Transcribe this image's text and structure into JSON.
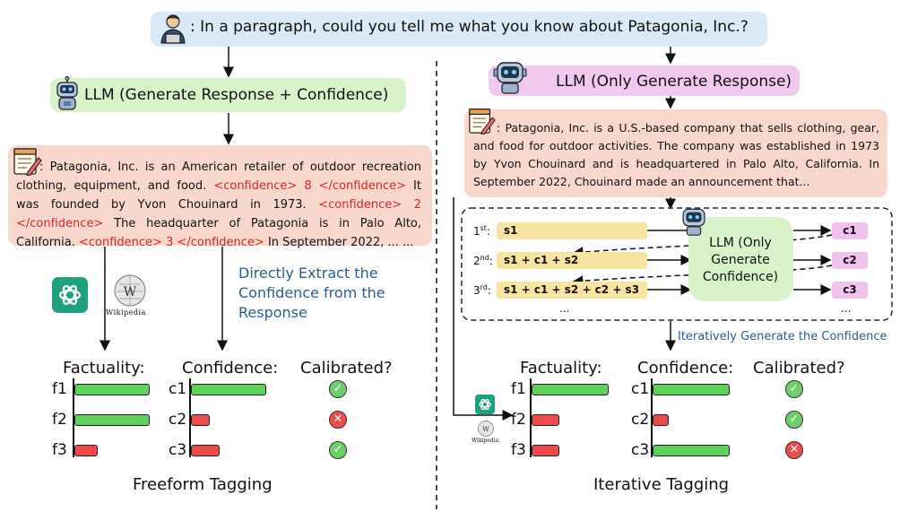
{
  "question": ": In a paragraph, could you tell me what you know about Patagonia, Inc.?",
  "left": {
    "model_label": "LLM (Generate Response + Confidence)",
    "response": {
      "s1": ": Patagonia, Inc. is an American retailer of outdoor recreation clothing, equipment, and food. ",
      "c1": "<confidence> 8 </confidence>",
      "s2": " It was founded by Yvon Chouinard in 1973. ",
      "c2": "<confidence> 2 </confidence>",
      "s3": " The headquarter of Patagonia is in Palo Alto, California. ",
      "c3": "<confidence> 3 </confidence>",
      "s4": " In September 2022, ... ..."
    },
    "extract_note": "Directly Extract the Confidence from the Response",
    "wiki_label": "Wikipedia",
    "factuality_header": "Factuality:",
    "confidence_header": "Confidence:",
    "calibrated_header": "Calibrated?",
    "fact_rows": [
      {
        "label": "f1",
        "value": 0.95,
        "color": "green"
      },
      {
        "label": "f2",
        "value": 0.95,
        "color": "green"
      },
      {
        "label": "f3",
        "value": 0.3,
        "color": "red"
      }
    ],
    "conf_rows": [
      {
        "label": "c1",
        "value": 0.8,
        "color": "green"
      },
      {
        "label": "c2",
        "value": 0.2,
        "color": "red"
      },
      {
        "label": "c3",
        "value": 0.3,
        "color": "red"
      }
    ],
    "calibrated": [
      true,
      false,
      true
    ],
    "caption": "Freeform Tagging"
  },
  "right": {
    "model_label": "LLM (Only Generate Response)",
    "response": ": Patagonia, Inc. is a U.S.-based company that sells clothing, gear, and food for outdoor activities. The company was established in 1973 by Yvon Chouinard and is headquartered in Palo Alto, California. In September 2022, Chouinard made an announcement that...",
    "iter_rows": [
      {
        "ord": "1",
        "sup": "st",
        "text": "s1",
        "out": "c1"
      },
      {
        "ord": "2",
        "sup": "nd",
        "text": "s1 + c1 + s2",
        "out": "c2"
      },
      {
        "ord": "3",
        "sup": "rd",
        "text": "s1 + c1 + s2 + c2 + s3",
        "out": "c3"
      }
    ],
    "ellipsis": "...",
    "inner_model_label": "LLM (Only Generate Confidence)",
    "iter_note": "Iteratively Generate the Confidence",
    "wiki_label": "Wikipedia",
    "factuality_header": "Factuality:",
    "confidence_header": "Confidence:",
    "calibrated_header": "Calibrated?",
    "fact_rows": [
      {
        "label": "f1",
        "value": 0.95,
        "color": "green"
      },
      {
        "label": "f2",
        "value": 0.35,
        "color": "red"
      },
      {
        "label": "f3",
        "value": 0.35,
        "color": "red"
      }
    ],
    "conf_rows": [
      {
        "label": "c1",
        "value": 0.95,
        "color": "green"
      },
      {
        "label": "c2",
        "value": 0.2,
        "color": "red"
      },
      {
        "label": "c3",
        "value": 0.95,
        "color": "green"
      }
    ],
    "calibrated": [
      true,
      true,
      false
    ],
    "caption": "Iterative Tagging"
  }
}
